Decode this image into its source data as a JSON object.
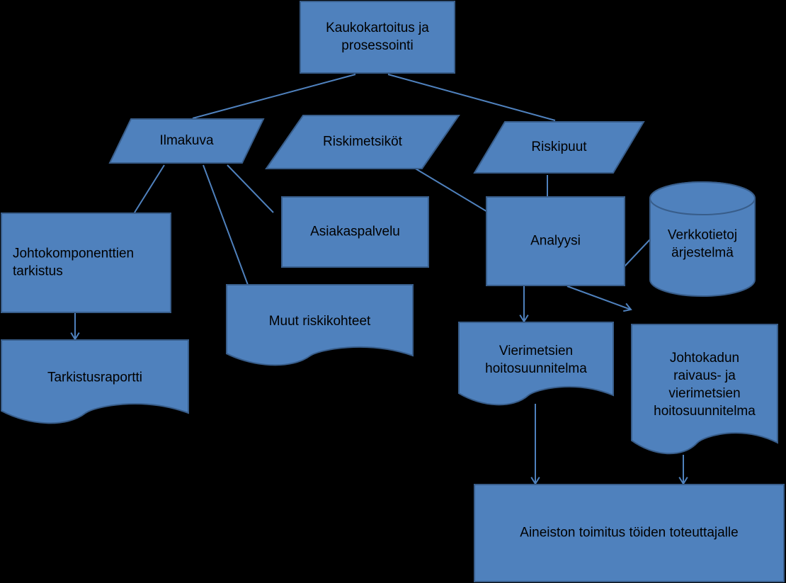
{
  "colors": {
    "background": "#000000",
    "shape_fill": "#4F81BD",
    "shape_stroke": "#385D8A",
    "connector": "#4F81BD",
    "text": "#000000"
  },
  "nodes": {
    "kaukokartoitus": {
      "shape": "rectangle",
      "lines": [
        "Kaukokartoitus ja",
        "prosessointi"
      ]
    },
    "ilmakuva": {
      "shape": "parallelogram",
      "lines": [
        "Ilmakuva"
      ]
    },
    "riskimetsikot": {
      "shape": "parallelogram",
      "lines": [
        "Riskimetsiköt"
      ]
    },
    "riskipuut": {
      "shape": "parallelogram",
      "lines": [
        "Riskipuut"
      ]
    },
    "johtokomponenttien": {
      "shape": "rectangle",
      "lines": [
        "Johtokomponenttien",
        "tarkistus"
      ]
    },
    "asiakaspalvelu": {
      "shape": "rectangle",
      "lines": [
        "Asiakaspalvelu"
      ]
    },
    "analyysi": {
      "shape": "rectangle",
      "lines": [
        "Analyysi"
      ]
    },
    "verkkotietojarjestelma": {
      "shape": "database",
      "lines": [
        "Verkkotietoj",
        "ärjestelmä"
      ]
    },
    "muut_riskikohteet": {
      "shape": "document",
      "lines": [
        "Muut riskikohteet"
      ]
    },
    "tarkistusraportti": {
      "shape": "document",
      "lines": [
        "Tarkistusraportti"
      ]
    },
    "vierimetsien": {
      "shape": "document",
      "lines": [
        "Vierimetsien",
        "hoitosuunnitelma"
      ]
    },
    "johtokadun": {
      "shape": "document",
      "lines": [
        "Johtokadun",
        "raivaus- ja",
        "vierimetsien",
        "hoitosuunnitelma"
      ]
    },
    "aineiston_toimitus": {
      "shape": "rectangle",
      "lines": [
        "Aineiston toimitus töiden toteuttajalle"
      ]
    }
  },
  "edges": [
    {
      "from": "kaukokartoitus",
      "to": "ilmakuva",
      "arrow": false
    },
    {
      "from": "kaukokartoitus",
      "to": "riskipuut",
      "arrow": false
    },
    {
      "from": "ilmakuva",
      "to": "johtokomponenttien",
      "arrow": false
    },
    {
      "from": "ilmakuva",
      "to": "asiakaspalvelu",
      "arrow": false
    },
    {
      "from": "ilmakuva",
      "to": "muut_riskikohteet",
      "arrow": false
    },
    {
      "from": "riskimetsikot",
      "to": "analyysi",
      "arrow": false
    },
    {
      "from": "riskipuut",
      "to": "analyysi",
      "arrow": false
    },
    {
      "from": "analyysi",
      "to": "verkkotietojarjestelma",
      "arrow": false
    },
    {
      "from": "johtokomponenttien",
      "to": "tarkistusraportti",
      "arrow": true
    },
    {
      "from": "analyysi",
      "to": "vierimetsien",
      "arrow": true
    },
    {
      "from": "analyysi",
      "to": "johtokadun",
      "arrow": true
    },
    {
      "from": "vierimetsien",
      "to": "aineiston_toimitus",
      "arrow": true
    },
    {
      "from": "johtokadun",
      "to": "aineiston_toimitus",
      "arrow": true
    }
  ]
}
